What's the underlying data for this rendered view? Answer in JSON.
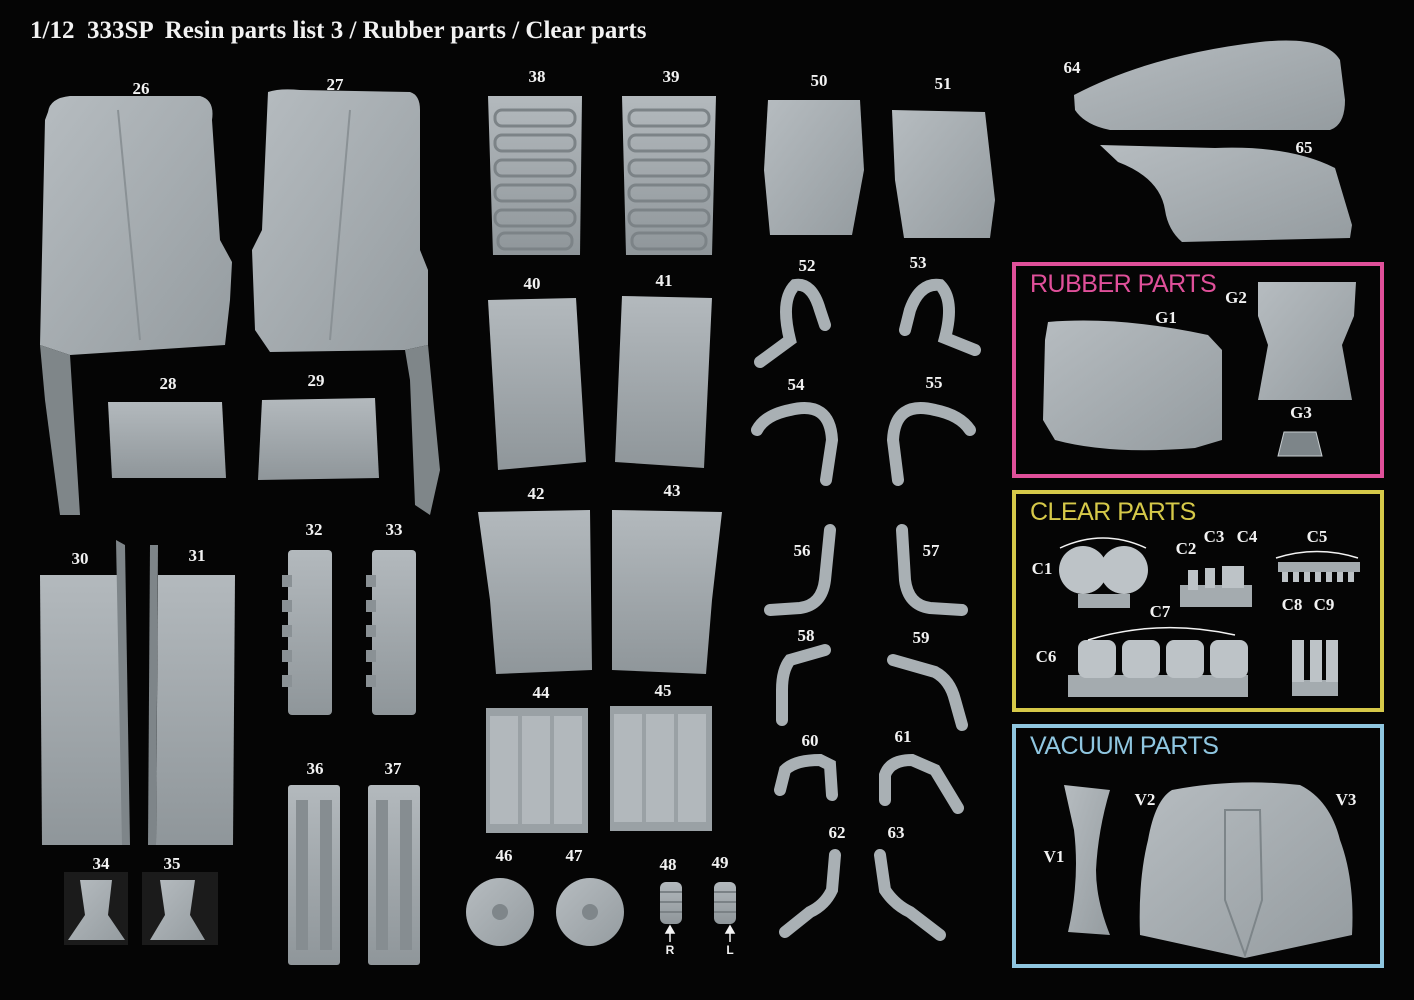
{
  "title": "1/12  333SP  Resin parts list 3 / Rubber parts / Clear parts",
  "colors": {
    "background": "#050505",
    "part": "#a9b0b4",
    "part_shade": "#8c9397",
    "rubber": "#e0509a",
    "clear": "#d6c949",
    "vacuum": "#8fc6e0"
  },
  "labels": {
    "p26": "26",
    "p27": "27",
    "p28": "28",
    "p29": "29",
    "p30": "30",
    "p31": "31",
    "p32": "32",
    "p33": "33",
    "p34": "34",
    "p35": "35",
    "p36": "36",
    "p37": "37",
    "p38": "38",
    "p39": "39",
    "p40": "40",
    "p41": "41",
    "p42": "42",
    "p43": "43",
    "p44": "44",
    "p45": "45",
    "p46": "46",
    "p47": "47",
    "p48": "48",
    "p49": "49",
    "p50": "50",
    "p51": "51",
    "p52": "52",
    "p53": "53",
    "p54": "54",
    "p55": "55",
    "p56": "56",
    "p57": "57",
    "p58": "58",
    "p59": "59",
    "p60": "60",
    "p61": "61",
    "p62": "62",
    "p63": "63",
    "p64": "64",
    "p65": "65"
  },
  "side_marks": {
    "right": "R",
    "left": "L"
  },
  "rubber_parts": {
    "heading": "RUBBER PARTS",
    "g1": "G1",
    "g2": "G2",
    "g3": "G3"
  },
  "clear_parts": {
    "heading": "CLEAR PARTS",
    "c1": "C1",
    "c2": "C2",
    "c3": "C3",
    "c4": "C4",
    "c5": "C5",
    "c6": "C6",
    "c7": "C7",
    "c8": "C8",
    "c9": "C9"
  },
  "vacuum_parts": {
    "heading": "VACUUM PARTS",
    "v1": "V1",
    "v2": "V2",
    "v3": "V3"
  }
}
